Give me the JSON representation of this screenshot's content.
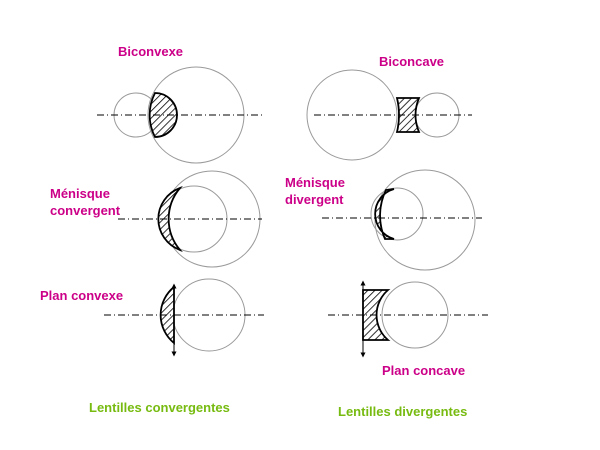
{
  "colors": {
    "label": "#cc0088",
    "caption": "#77bb11",
    "circle": "#9a9a9a",
    "lens": "#000000"
  },
  "labels": {
    "biconvexe": "Biconvexe",
    "biconcave": "Biconcave",
    "menisque_convergent_1": "Ménisque",
    "menisque_convergent_2": "convergent",
    "menisque_divergent_1": "Ménisque",
    "menisque_divergent_2": "divergent",
    "plan_convexe": "Plan convexe",
    "plan_concave": "Plan concave"
  },
  "captions": {
    "convergentes": "Lentilles convergentes",
    "divergentes": "Lentilles divergentes"
  }
}
